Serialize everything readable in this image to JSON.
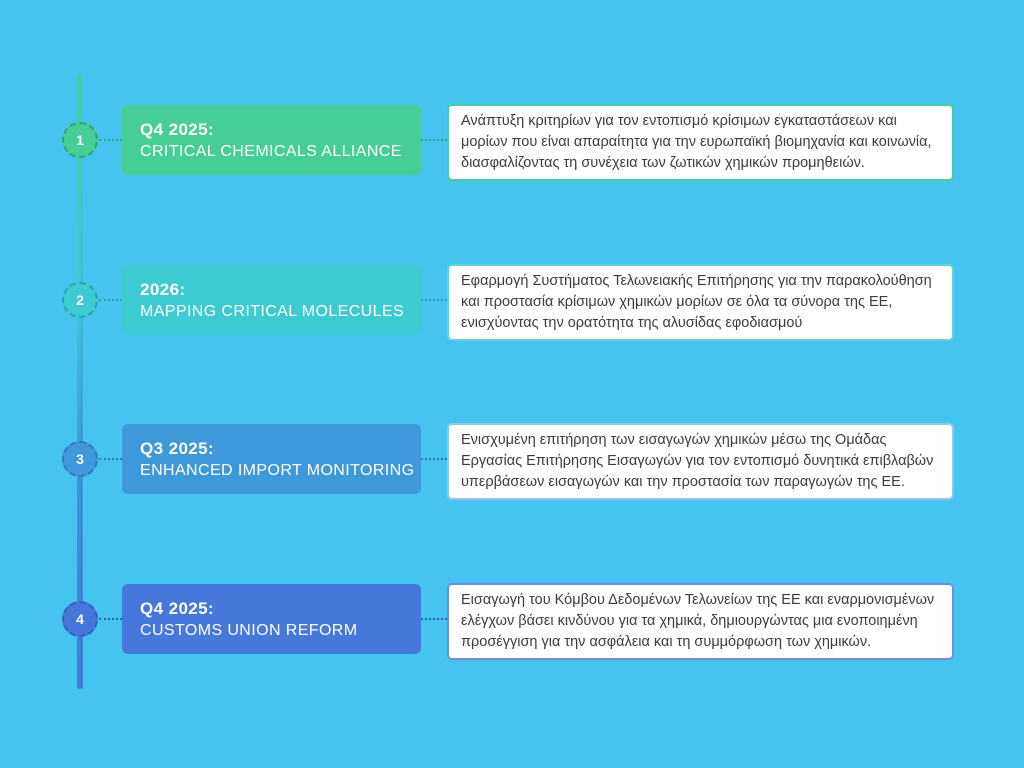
{
  "canvas": {
    "background": "#45C4F0"
  },
  "timeline": {
    "line_gradient": [
      "#45CE95",
      "#3DCBD3",
      "#3F98DA",
      "#4678DB"
    ],
    "items": [
      {
        "number": "1",
        "date": "Q4 2025:",
        "title": "CRITICAL CHEMICALS ALLIANCE",
        "description": "Ανάπτυξη κριτηρίων για τον εντοπισμό κρίσιμων εγκαταστάσεων και μορίων που είναι απαραίτητα για την ευρωπαϊκή βιομηχανία και κοινωνία, διασφαλίζοντας τη συνέχεια των ζωτικών χημικών προμηθειών.",
        "color": "#45CE95",
        "border_color": "#2FA573",
        "description_border": "#45CE95"
      },
      {
        "number": "2",
        "date": "2026:",
        "title": "MAPPING CRITICAL MOLECULES",
        "description": "Εφαρμογή Συστήματος Τελωνειακής Επιτήρησης για την παρακολούθηση και προστασία κρίσιμων χημικών μορίων σε όλα τα σύνορα της ΕΕ, ενισχύοντας την ορατότητα της αλυσίδας εφοδιασμού",
        "color": "#3DCBD3",
        "border_color": "#2BA3AC",
        "description_border": "#5FD2D8"
      },
      {
        "number": "3",
        "date": "Q3 2025:",
        "title": "ENHANCED IMPORT MONITORING",
        "description": "Ενισχυμένη επιτήρηση των εισαγωγών χημικών μέσω της Ομάδας Εργασίας Επιτήρησης Εισαγωγών για τον εντοπισμό δυνητικά επιβλαβών υπερβάσεων εισαγωγών και την προστασία των παραγωγών της ΕΕ.",
        "color": "#3F98DA",
        "border_color": "#2E7BB8",
        "description_border": "#8FC6EC"
      },
      {
        "number": "4",
        "date": "Q4 2025:",
        "title": "CUSTOMS UNION REFORM",
        "description": "Εισαγωγή του Κόμβου Δεδομένων Τελωνείων της ΕΕ και εναρμονισμένων ελέγχων βάσει κινδύνου για τα χημικά, δημιουργώντας μια ενοποιημένη προσέγγιση για την ασφάλεια και τη συμμόρφωση των χημικών.",
        "color": "#4678DB",
        "border_color": "#3560BE",
        "description_border": "#6D8EE2"
      }
    ]
  }
}
